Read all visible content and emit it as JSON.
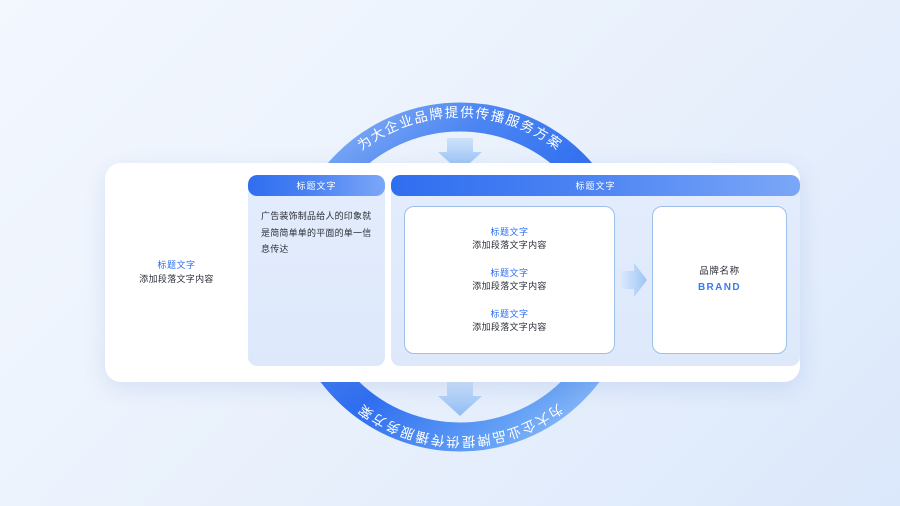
{
  "theme": {
    "accent": "#2f6ef0",
    "accent_light": "#7ba7f7",
    "text_dark": "#2b2f38",
    "panel_bg": "#e3ecfc",
    "page_bg": "#eef4fd"
  },
  "ring": {
    "top_arc_text": "为大企业品牌提供传播服务方案",
    "bottom_arc_text": "为大企业品牌提供传播服务方案",
    "top_arrow_icon": "arrow-down-icon",
    "bottom_arrow_icon": "arrow-down-icon"
  },
  "card": {
    "left_block": {
      "title": "标题文字",
      "description": "添加段落文字内容"
    },
    "middle_panel": {
      "header": "标题文字",
      "paragraph": "广告装饰制品给人的印象就是简简单单的平面的单一信息传达"
    },
    "right_panel": {
      "header": "标题文字",
      "items": [
        {
          "title": "标题文字",
          "description": "添加段落文字内容"
        },
        {
          "title": "标题文字",
          "description": "添加段落文字内容"
        },
        {
          "title": "标题文字",
          "description": "添加段落文字内容"
        }
      ],
      "arrow_icon": "arrow-right-icon",
      "brand": {
        "name_cn": "品牌名称",
        "name_en": "BRAND"
      }
    }
  }
}
